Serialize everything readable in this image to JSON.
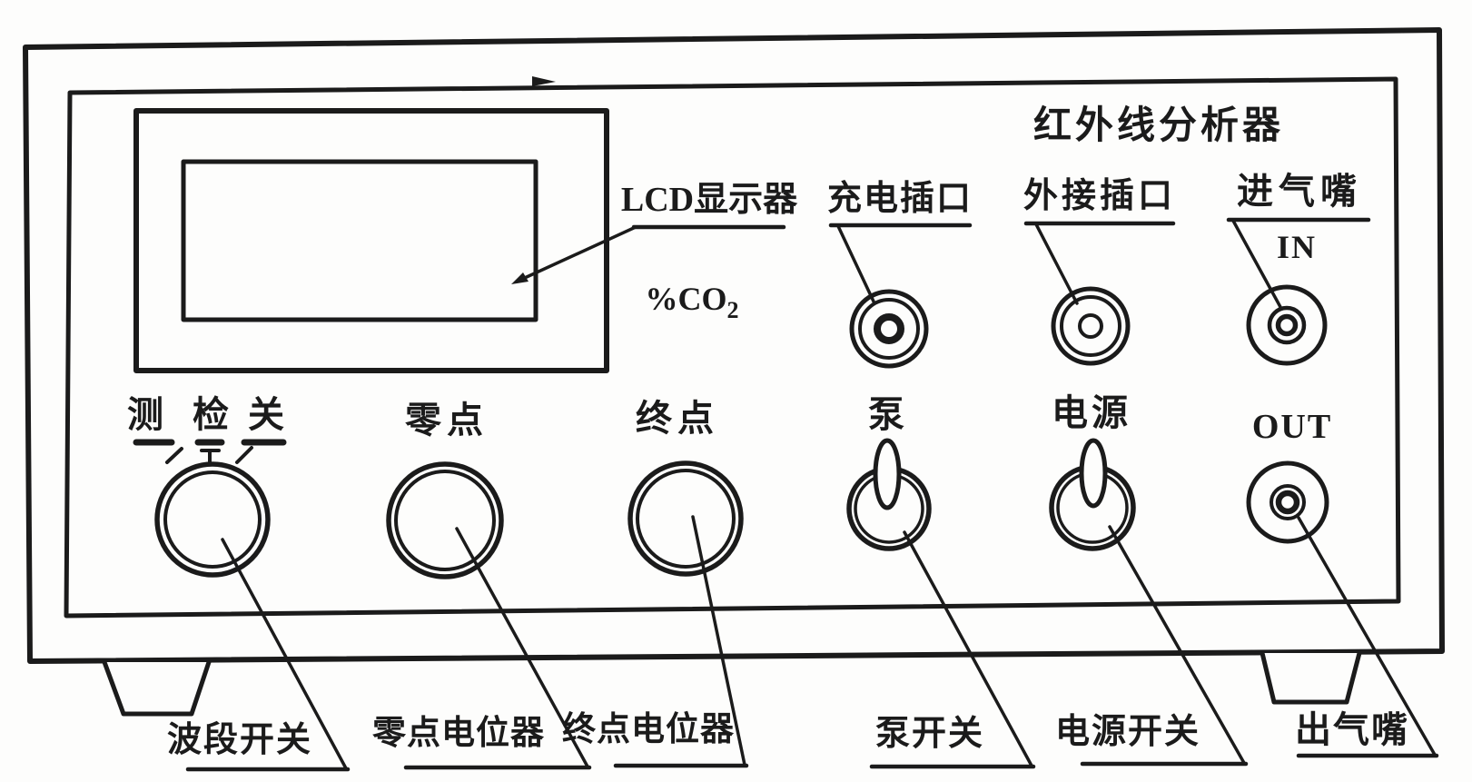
{
  "figure": {
    "title": "红外线分析器",
    "ink_color": "#1b1b1b",
    "paper_color": "#fdfdfc",
    "display": {
      "label": "LCD显示器",
      "unit_main": "%CO",
      "unit_sub": "2"
    },
    "ports": {
      "charge_label": "充电插口",
      "external_label": "外接插口",
      "inlet_label": "进气嘴",
      "inlet_sublabel": "IN",
      "outlet_sublabel": "OUT"
    },
    "controls": {
      "mode_measure": "测",
      "mode_check": "检",
      "mode_off": "关",
      "zero_label": "零点",
      "end_label": "终点",
      "pump_label": "泵",
      "power_label": "电源"
    },
    "callouts": {
      "band_switch": "波段开关",
      "zero_pot": "零点电位器",
      "end_pot": "终点电位器",
      "pump_switch": "泵开关",
      "power_switch": "电源开关",
      "outlet": "出气嘴"
    }
  }
}
